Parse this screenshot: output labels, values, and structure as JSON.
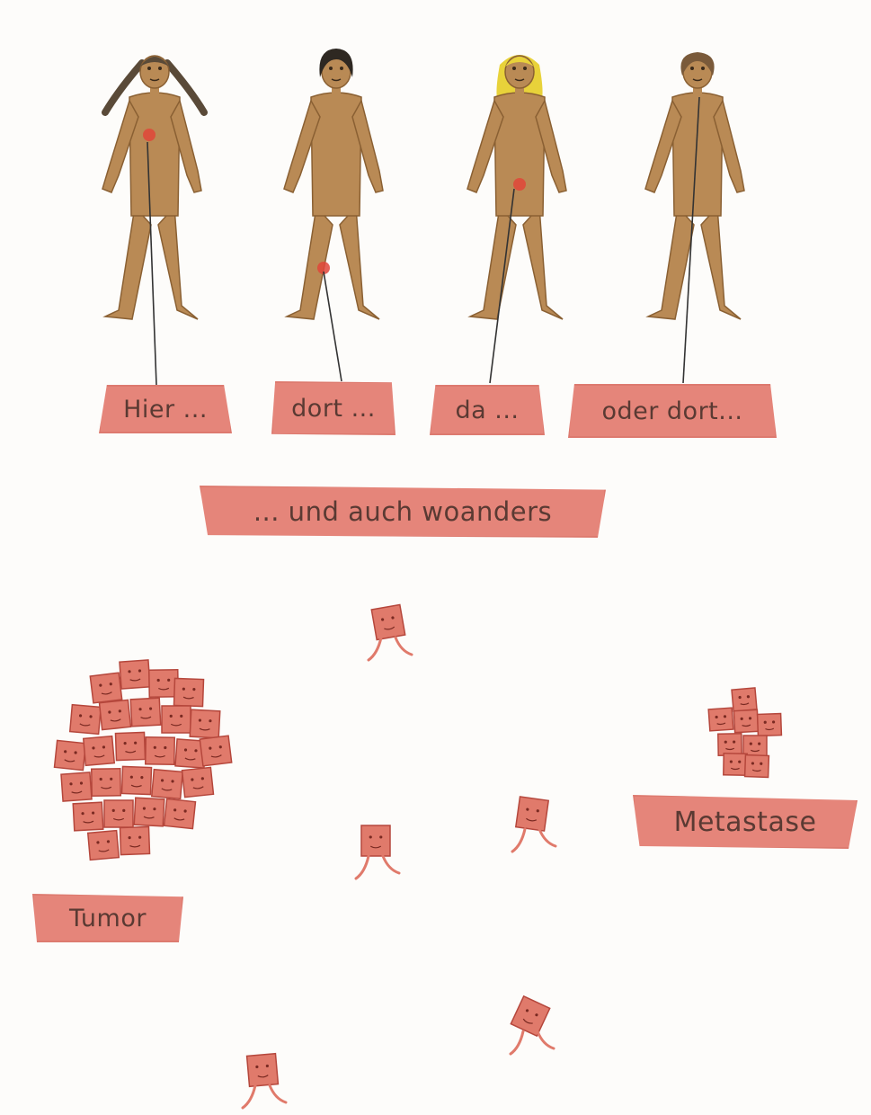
{
  "labels": {
    "hier": "Hier ...",
    "dort": "dort ...",
    "da": "da ...",
    "oder_dort": "oder dort...",
    "und_auch": "... und auch woanders",
    "metastase": "Metastase",
    "tumor": "Tumor"
  },
  "colors": {
    "skin": "#b98a55",
    "skin_dark": "#8a6033",
    "label_fill": "#e5857a",
    "cell_fill": "#e07a6b",
    "cell_stroke": "#b5473c",
    "tumor_spot": "#e0453a",
    "hair_gray": "#5a4a38",
    "hair_dark": "#2e2822",
    "hair_blonde": "#e8d23a",
    "hair_brown": "#7a5a3a"
  },
  "figures": [
    {
      "name": "person-braids",
      "hair": "braids"
    },
    {
      "name": "person-short-dark-hair",
      "hair": "dark"
    },
    {
      "name": "person-blonde",
      "hair": "blonde"
    },
    {
      "name": "person-curly",
      "hair": "curly"
    }
  ]
}
